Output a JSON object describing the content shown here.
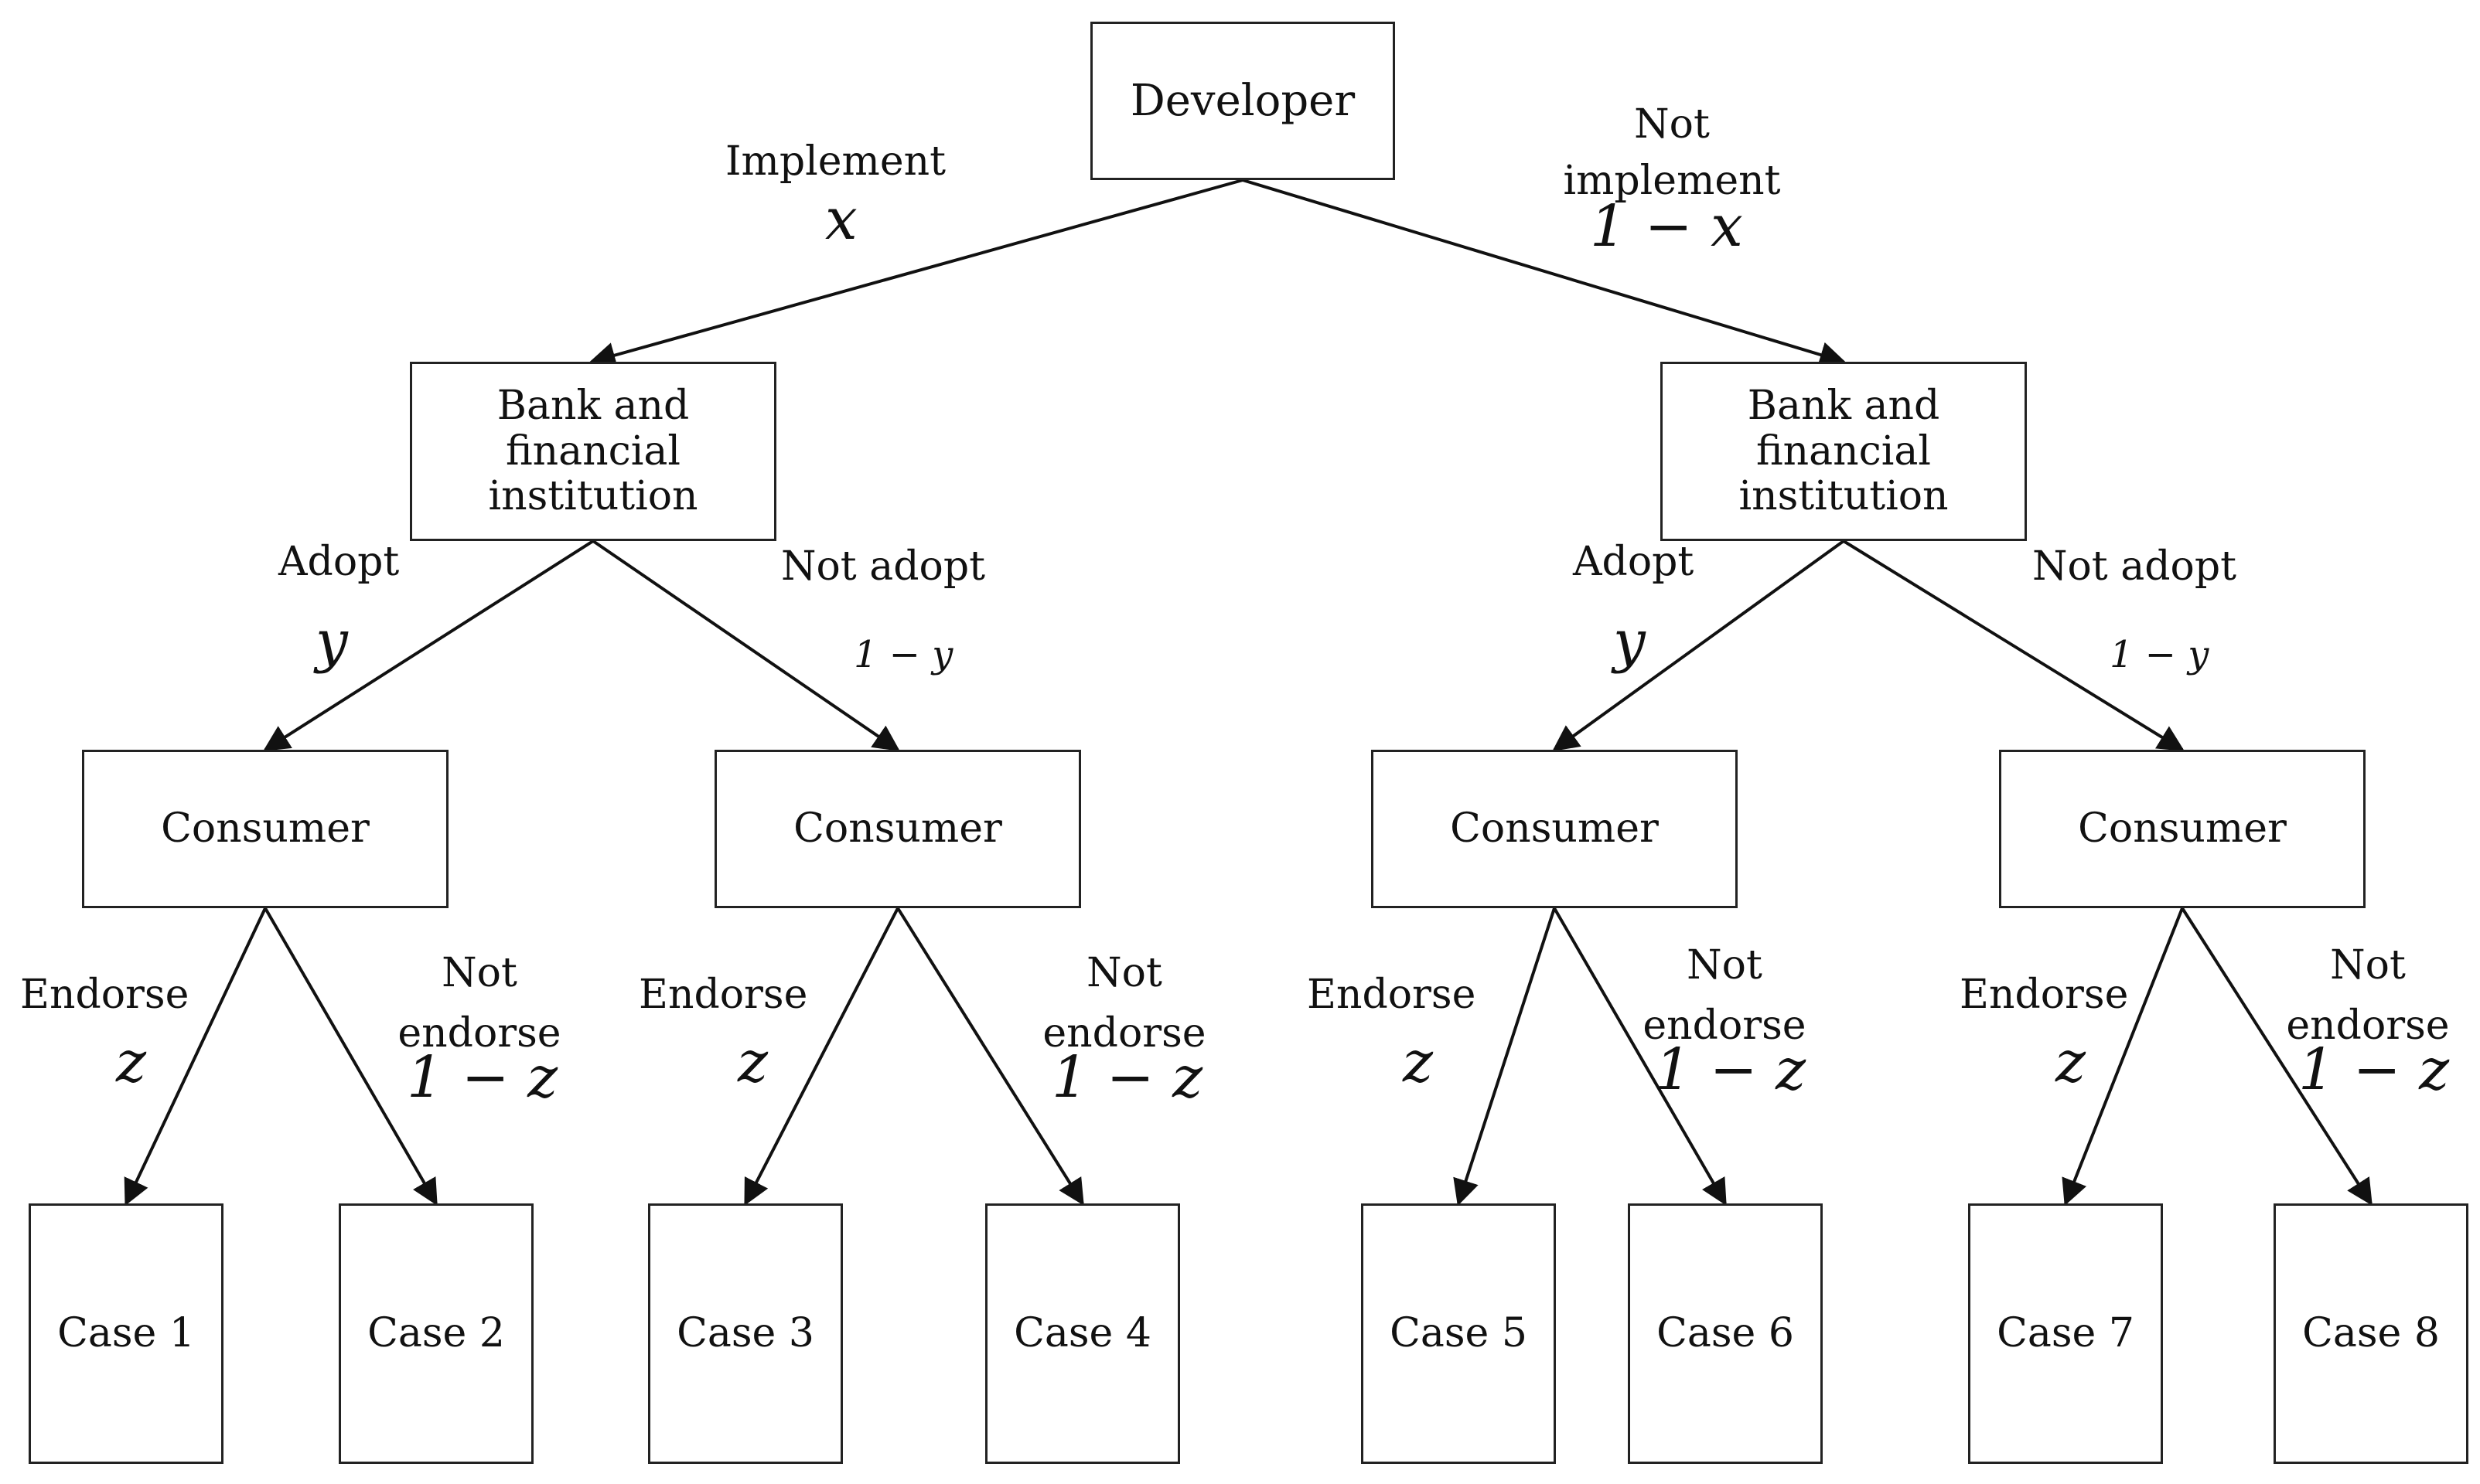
{
  "nodes": {
    "developer": "Developer",
    "bank": "Bank and financial institution",
    "consumer": "Consumer",
    "cases": [
      "Case 1",
      "Case 2",
      "Case 3",
      "Case 4",
      "Case 5",
      "Case 6",
      "Case 7",
      "Case 8"
    ]
  },
  "edges": {
    "implement": {
      "label": "Implement",
      "prob": "x"
    },
    "not_implement": {
      "label": "Not implement",
      "prob": "1 − x"
    },
    "adopt": {
      "label": "Adopt",
      "prob": "y"
    },
    "not_adopt": {
      "label": "Not adopt",
      "prob": "1 − y"
    },
    "endorse": {
      "label": "Endorse",
      "prob": "z"
    },
    "not_endorse": {
      "label": "Not endorse",
      "prob": "1 − z"
    }
  },
  "colors": {
    "line": "#111111",
    "box_border": "#222222"
  }
}
